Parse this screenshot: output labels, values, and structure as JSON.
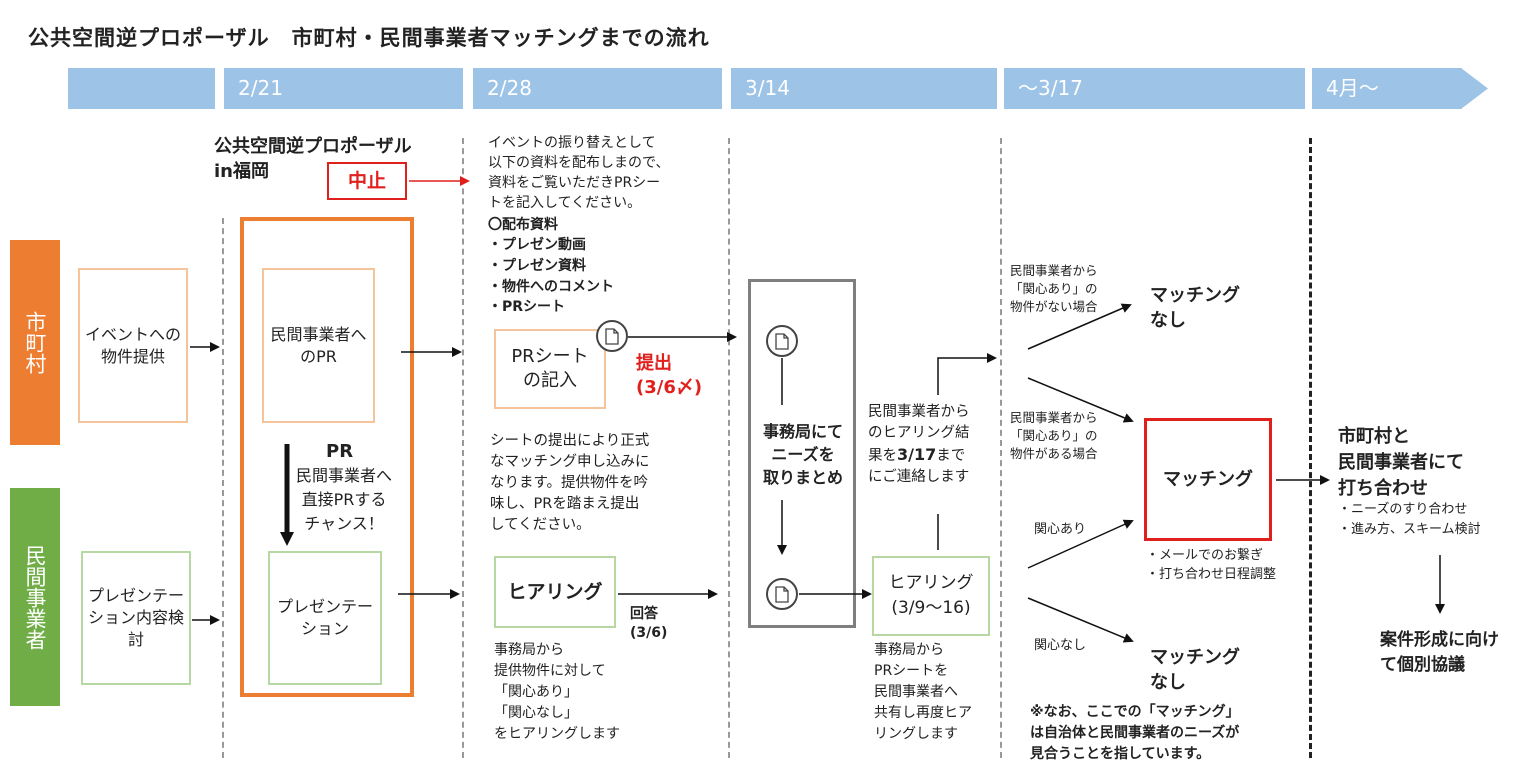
{
  "title": "公共空間逆プロポーザル　市町村・民間事業者マッチングまでの流れ",
  "timeline": [
    "",
    "2/21",
    "2/28",
    "3/14",
    "～3/17",
    "4月～"
  ],
  "roles": {
    "municipality": "市町村",
    "business": "民間事業者"
  },
  "col1": {
    "event_property": "イベントへの物件提供",
    "presentation_review": "プレゼンテーション内容検討"
  },
  "col2": {
    "event_name": "公共空間逆プロポーザル\nin福岡",
    "cancelled": "中止",
    "pr_to_business": "民間事業者へのPR",
    "pr_label": "PR",
    "pr_desc": "民間事業者へ\n直接PRする\nチャンス！",
    "presentation": "プレゼンテーション"
  },
  "col3": {
    "intro": "イベントの振り替えとして\n以下の資料を配布しまので、\n資料をご覧いただきPRシー\nトを記入してください。",
    "materials_heading": "〇配布資料",
    "materials": [
      "・プレゼン動画",
      "・プレゼン資料",
      "・物件へのコメント",
      "・PRシート"
    ],
    "pr_sheet": "PRシートの記入",
    "submit": "提出",
    "submit_deadline": "(3/6〆)",
    "sheet_note": "シートの提出により正式\nなマッチング申し込みに\nなります。提供物件を吟\n味し、PRを踏まえ提出\nしてください。",
    "hearing": "ヒアリング",
    "answer": "回答",
    "answer_date": "(3/6)",
    "hearing_note": "事務局から\n提供物件に対して\n「関心あり」\n「関心なし」\nをヒアリングします"
  },
  "col4": {
    "secretariat_summary": "事務局にて\nニーズを\n取りまとめ"
  },
  "col5": {
    "result_note_a": "民間事業者から\nのヒアリング結\n果を",
    "result_date": "3/17",
    "result_note_b": "まで\nにご連絡します",
    "hearing2": "ヒアリング",
    "hearing2_date": "(3/9～16)",
    "share_note": "事務局から\nPRシートを\n民間事業者へ\n共有し再度ヒア\nリングします"
  },
  "col6": {
    "no_interest_case": "民間事業者から\n「関心あり」の\n物件がない場合",
    "interest_case": "民間事業者から\n「関心あり」の\n物件がある場合",
    "interested": "関心あり",
    "not_interested": "関心なし",
    "no_matching": "マッチング\nなし",
    "matching": "マッチング",
    "matching_notes": "・メールでのお繋ぎ\n・打ち合わせ日程調整",
    "footnote": "※なお、ここでの「マッチング」\nは自治体と民間事業者のニーズが\n見合うことを指しています。"
  },
  "col7": {
    "meeting": "市町村と\n民間事業者にて\n打ち合わせ",
    "meeting_notes": "・ニーズのすり合わせ\n・進み方、スキーム検討",
    "individual": "案件形成に向け\nて個別協議"
  },
  "colors": {
    "orange": "#ed7d31",
    "green": "#70ad47",
    "timeline": "#9dc3e6",
    "red": "#e0201d"
  }
}
